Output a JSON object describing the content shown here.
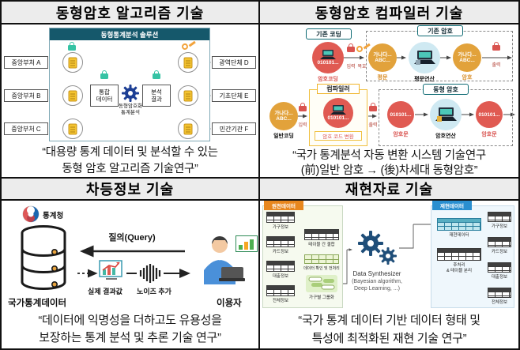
{
  "quadrants": {
    "algorithm": {
      "title": "동형암호 알고리즘 기술",
      "solution_title": "동형통계분석 솔루션",
      "left_orgs": [
        "중앙부처 A",
        "중앙부처 B",
        "중앙부처 C"
      ],
      "right_orgs": [
        "광역단체 D",
        "기초단체 E",
        "민간기관 F"
      ],
      "integrated_box": {
        "line1": "통합",
        "line2": "데이터"
      },
      "result_box": {
        "line1": "분석",
        "line2": "결과"
      },
      "gear_label": {
        "line1": "동형암호화",
        "line2": "통계분석"
      },
      "caption": {
        "line1": "“대용량 통계 데이터 및 분석할 수 있는",
        "line2": "동형 암호 알고리즘 기술연구”"
      }
    },
    "compiler": {
      "title": "동형암호 컴파일러 기술",
      "row1": {
        "badge": "기존 코딩",
        "dashed_label": "기존 암호",
        "labels": [
          "암호코딩",
          "평문",
          "평문연산",
          "암호"
        ]
      },
      "row2": {
        "badge": "컴파일러",
        "dashed_label": "동형 암호",
        "labels": [
          "일반코딩",
          "암호 코드 변환",
          "암호문",
          "암호연산",
          "암호문"
        ]
      },
      "circle_binary": "010101...",
      "circle_text1": "가나다...",
      "circle_text2": "ABC...",
      "io": {
        "input": "입력",
        "output": "출력",
        "decode": "복호"
      },
      "caption": {
        "line1": "“국가 통계분석 자동 변환 시스템 기술연구",
        "line2": "(前)일반 암호 → (後)차세대 동형암호”"
      }
    },
    "differential": {
      "title": "차등정보 기술",
      "agency": "통계청",
      "query_label": "질의(Query)",
      "result_label": "실제 결과값",
      "noise_label": "노이즈 추가",
      "database_label": "국가통계데이터",
      "user_label": "이용자",
      "caption": {
        "line1": "“데이터에 익명성을 더하고도 유용성을",
        "line2": "보장하는 통계 분석 및 추론 기술 연구”"
      }
    },
    "synthetic": {
      "title": "재현자료 기술",
      "source_badge": "원천데이터",
      "synth_badge": "재현데이터",
      "left_tables": [
        "가구정보",
        "카드정보",
        "대출정보",
        "전체정보"
      ],
      "right_tables": [
        "가구정보",
        "카드정보",
        "대출정보",
        "전체정보"
      ],
      "join_label": "테이블 간 결합",
      "preprocess_label": "데이터 확인 및 전처리",
      "grouping_label": "가구별 그룹화",
      "synth_table_label": "재현데이터",
      "post_label": {
        "line1": "후처리",
        "line2": "& 테이블 분리"
      },
      "synthesizer": {
        "line1": "Data Synthesizer",
        "line2": "(Bayesian algorithm,",
        "line3": "Deep Learning, ...)"
      },
      "caption": {
        "line1": "“국가 통계 데이터 기반 데이터 형태 및",
        "line2": "특성에 최적화된 재현 기술 연구”"
      }
    }
  }
}
